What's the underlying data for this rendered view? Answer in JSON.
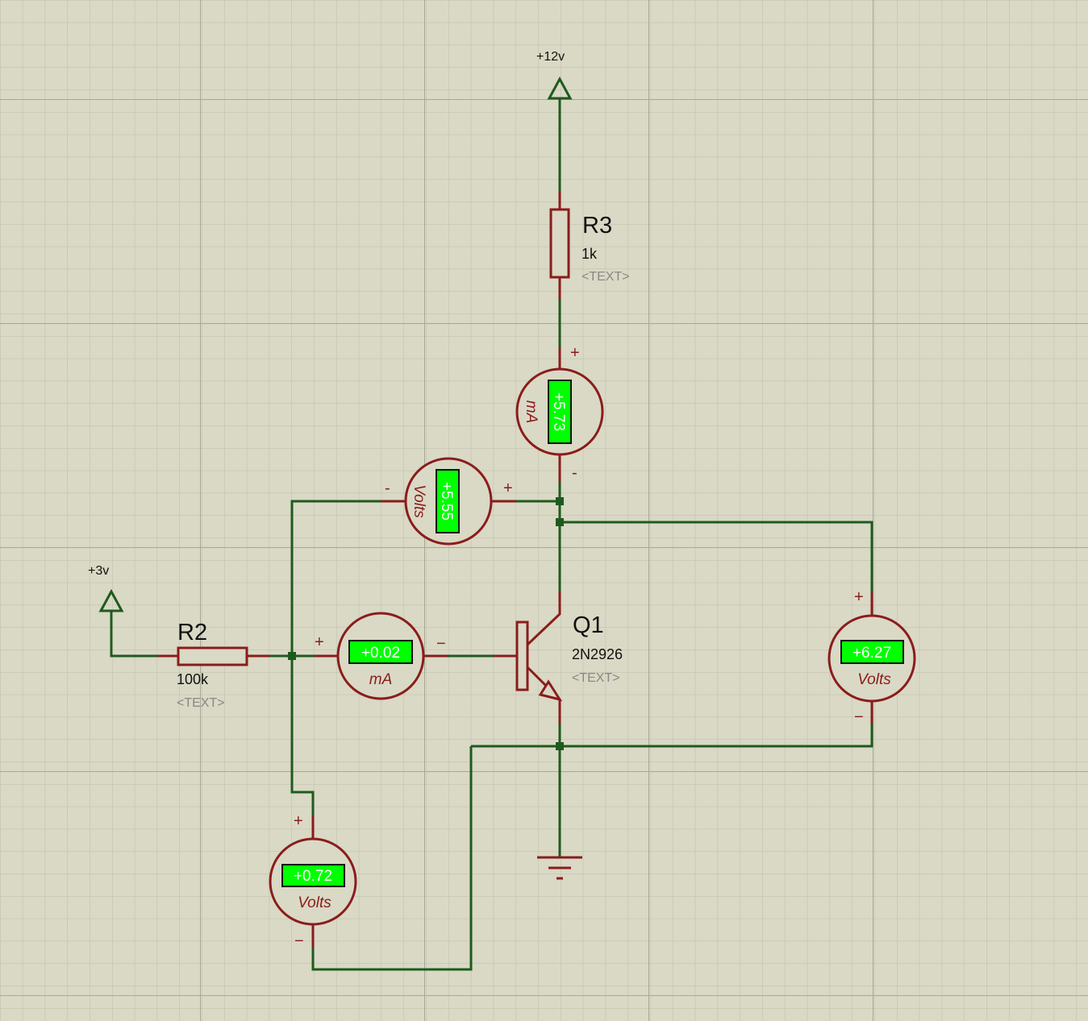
{
  "supplies": {
    "vcc": "+12v",
    "vbb": "+3v"
  },
  "components": {
    "r3": {
      "ref": "R3",
      "value": "1k",
      "text": "<TEXT>"
    },
    "r2": {
      "ref": "R2",
      "value": "100k",
      "text": "<TEXT>"
    },
    "q1": {
      "ref": "Q1",
      "value": "2N2926",
      "text": "<TEXT>"
    }
  },
  "meters": {
    "collector_ammeter": {
      "reading": "+5.73",
      "unit": "mA",
      "plus": "+",
      "minus": "-"
    },
    "base_ammeter": {
      "reading": "+0.02",
      "unit": "mA",
      "plus": "+",
      "minus": "−"
    },
    "vcb_voltmeter": {
      "reading": "+5.55",
      "unit": "Volts",
      "plus": "+",
      "minus": "-"
    },
    "vce_voltmeter": {
      "reading": "+6.27",
      "unit": "Volts",
      "plus": "+",
      "minus": "−"
    },
    "vbe_voltmeter": {
      "reading": "+0.72",
      "unit": "Volts",
      "plus": "+",
      "minus": "−"
    }
  },
  "colors": {
    "wire": "#1e5a1e",
    "component": "#8a1c1c",
    "display": "#00ff00",
    "background": "#d9d9c5",
    "grid": "#bdbdaa"
  }
}
